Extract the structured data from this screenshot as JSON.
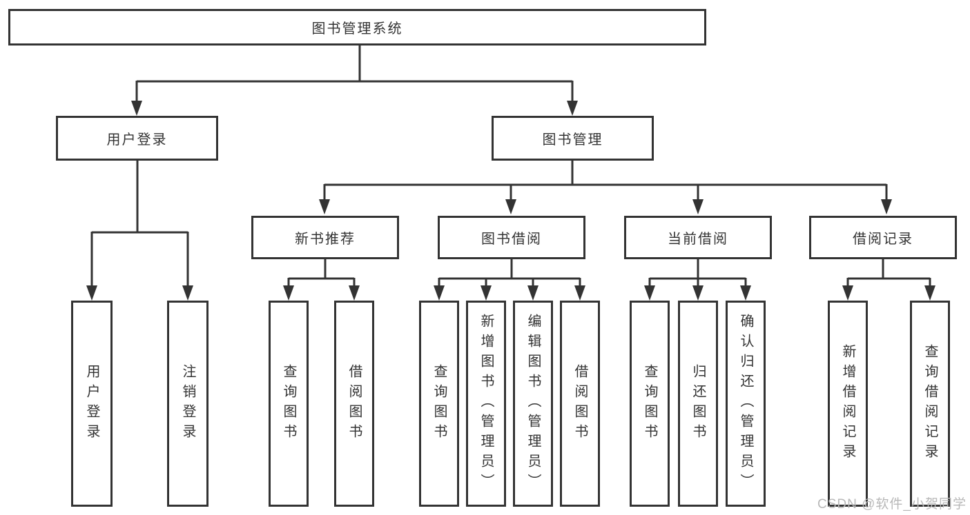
{
  "diagram": {
    "root": {
      "label": "图书管理系统"
    },
    "level2": {
      "user_login": {
        "label": "用户登录"
      },
      "book_mgmt": {
        "label": "图书管理"
      }
    },
    "level3": {
      "new_book_rec": {
        "label": "新书推荐"
      },
      "book_borrow": {
        "label": "图书借阅"
      },
      "current_borrow": {
        "label": "当前借阅"
      },
      "borrow_records": {
        "label": "借阅记录"
      }
    },
    "leaves": {
      "user_login": {
        "label": "用户登录"
      },
      "logout": {
        "label": "注销登录"
      },
      "query_book_1": {
        "label": "查询图书"
      },
      "borrow_book_1": {
        "label": "借阅图书"
      },
      "query_book_2": {
        "label": "查询图书"
      },
      "add_book_admin": {
        "label": "新增图书（管理员）"
      },
      "edit_book_admin": {
        "label": "编辑图书（管理员）"
      },
      "borrow_book_2": {
        "label": "借阅图书"
      },
      "query_book_3": {
        "label": "查询图书"
      },
      "return_book": {
        "label": "归还图书"
      },
      "confirm_return_admin": {
        "label": "确认归还（管理员）"
      },
      "add_borrow_record": {
        "label": "新增借阅记录"
      },
      "query_borrow_record": {
        "label": "查询借阅记录"
      }
    }
  },
  "watermark": {
    "text": "CSDN @软件_小贺同学"
  },
  "colors": {
    "line": "#333333",
    "text": "#333333",
    "watermark": "#b8b8b8",
    "background": "#ffffff"
  }
}
